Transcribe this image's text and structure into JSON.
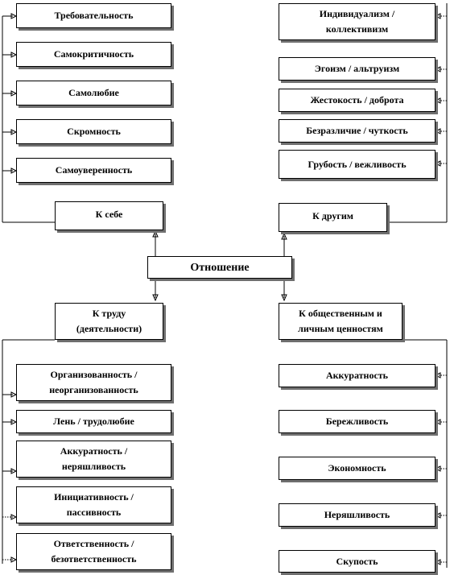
{
  "center": "Отношение",
  "categories": {
    "self": "К себе",
    "others": "К другим",
    "work": "К труду\n(деятельности)",
    "values": "К общественным и\nличным ценностям"
  },
  "self_items": [
    "Требовательность",
    "Самокритичность",
    "Самолюбие",
    "Скромность",
    "Самоуверенность"
  ],
  "others_items": [
    "Индивидуализм /\nколлективизм",
    "Эгоизм / альтруизм",
    "Жестокость / доброта",
    "Безразличие / чуткость",
    "Грубость / вежливость"
  ],
  "work_items": [
    "Организованность /\nнеорганизованность",
    "Лень / трудолюбие",
    "Аккуратность /\nнеряшливость",
    "Инициативность /\nпассивность",
    "Ответственность /\nбезответственность"
  ],
  "values_items": [
    "Аккуратность",
    "Бережливость",
    "Экономность",
    "Неряшливость",
    "Скупость"
  ]
}
